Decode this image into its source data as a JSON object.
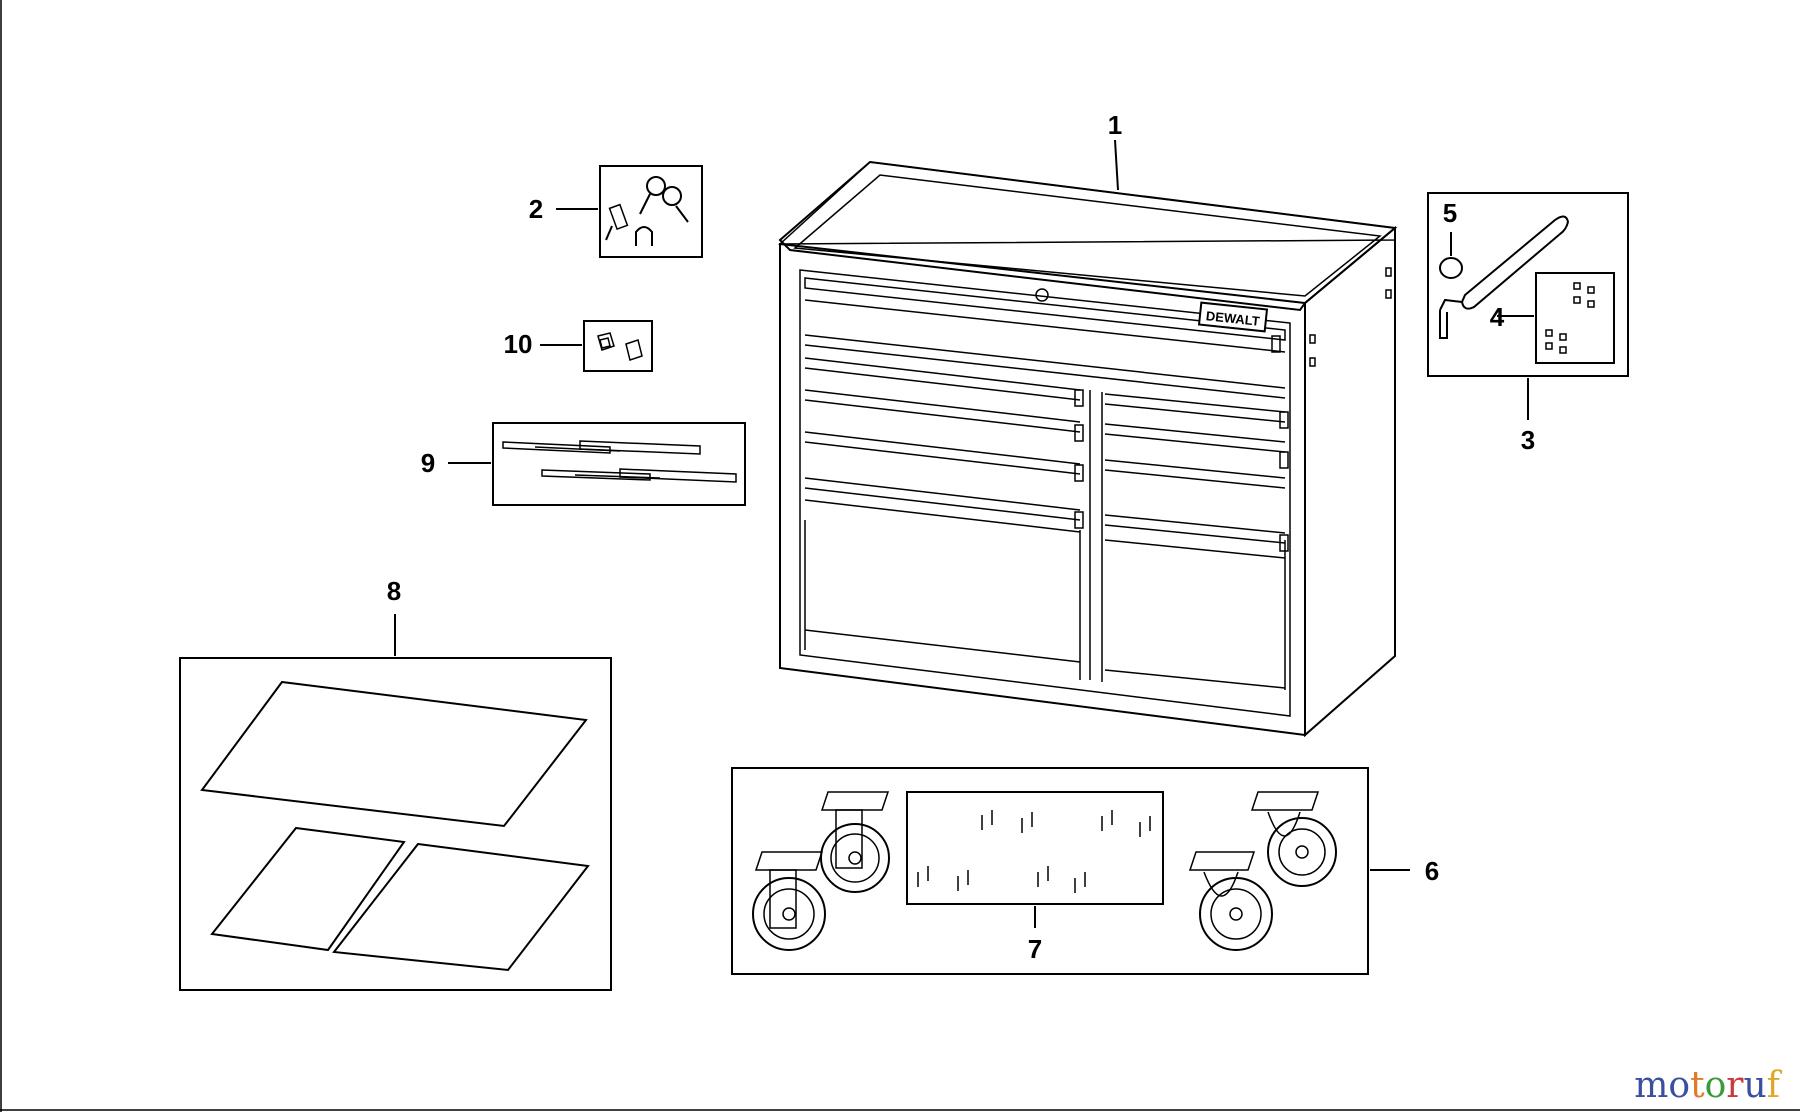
{
  "callouts": {
    "c1": "1",
    "c2": "2",
    "c3": "3",
    "c4": "4",
    "c5": "5",
    "c6": "6",
    "c7": "7",
    "c8": "8",
    "c9": "9",
    "c10": "10"
  },
  "brand_label": "DEWALT",
  "watermark": {
    "text": "motoruf",
    "letter_colors": [
      "#3b4fa0",
      "#3b4fa0",
      "#e07b2a",
      "#3b9a3b",
      "#c93a3a",
      "#3b4fa0",
      "#e0a82a"
    ]
  },
  "colors": {
    "line": "#000000",
    "background": "#ffffff"
  }
}
